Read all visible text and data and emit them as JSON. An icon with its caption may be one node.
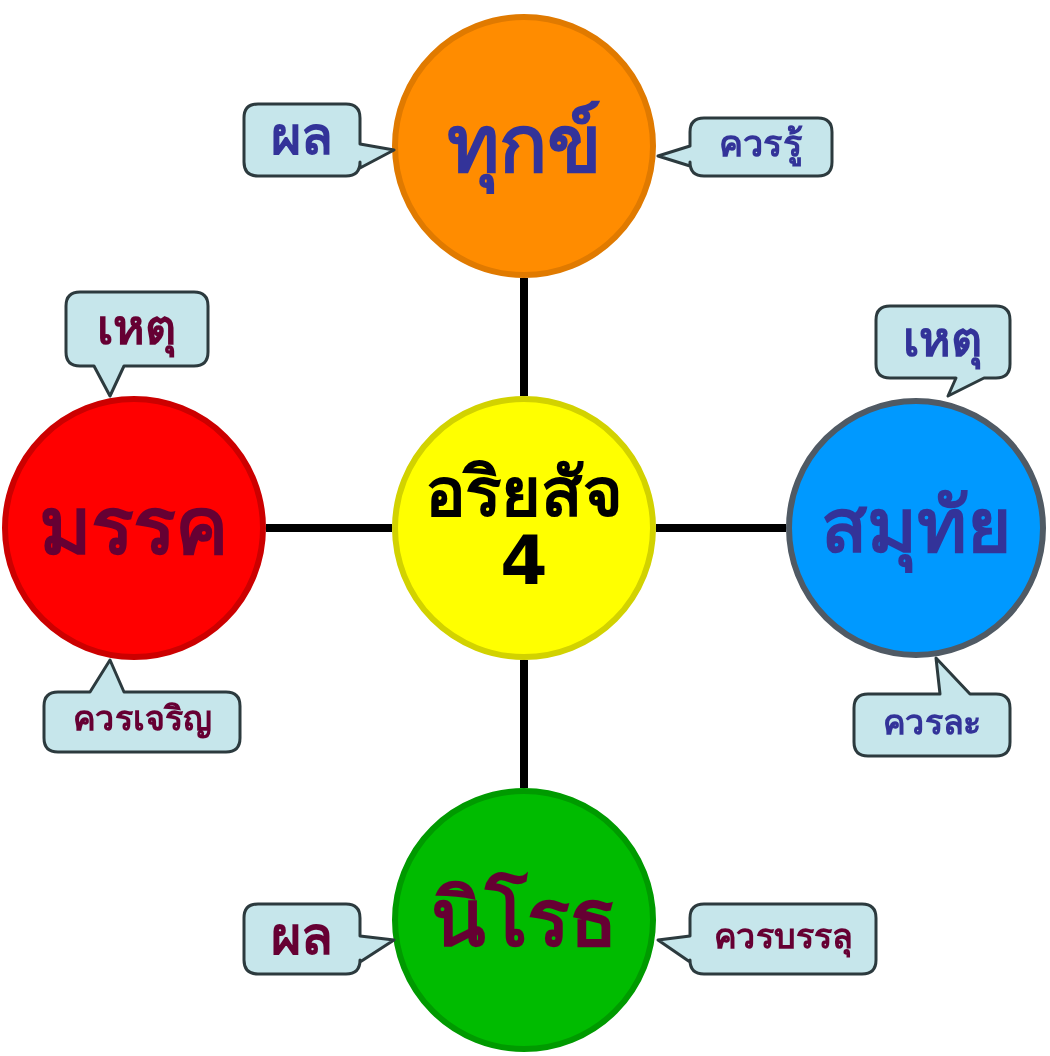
{
  "diagram": {
    "nodes": [
      {
        "text": [
          "ผล"
        ]
      },
      {
        "text": [
          "ทุกข์"
        ]
      },
      {
        "text": [
          "ควรรู้"
        ]
      },
      {
        "text": [
          "เหตุ"
        ]
      },
      {
        "text": [
          "เหตุ"
        ]
      },
      {
        "text": [
          "มรรค"
        ]
      },
      {
        "text": [
          "อริยสัจ 4"
        ]
      },
      {
        "text": [
          "สมุทัย"
        ]
      },
      {
        "text": [
          "ควรเจริญ"
        ]
      },
      {
        "text": [
          "ควรละ"
        ]
      },
      {
        "text": [
          "ผล"
        ]
      },
      {
        "text": [
          "นิโรธ"
        ]
      },
      {
        "text": [
          "ควรบรรลุ"
        ]
      }
    ],
    "edges": [
      {
        "from": 6,
        "to": 1,
        "arrow": "none"
      },
      {
        "from": 6,
        "to": 5,
        "arrow": "none"
      },
      {
        "from": 6,
        "to": 7,
        "arrow": "none"
      },
      {
        "from": 6,
        "to": 11,
        "arrow": "none"
      }
    ]
  }
}
